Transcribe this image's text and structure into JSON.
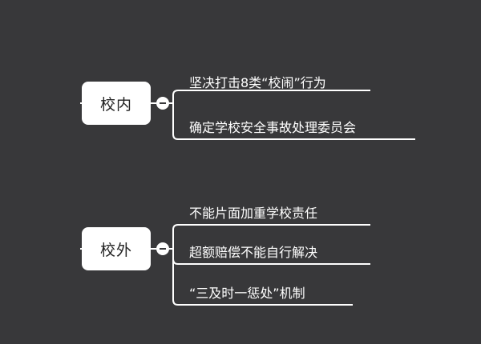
{
  "mindmap": {
    "colors": {
      "background": "#38383a",
      "line": "#ffffff",
      "node_bg": "#ffffff",
      "node_text": "#222222",
      "leaf_text": "#ffffff"
    },
    "groups": [
      {
        "label": "校内",
        "items": [
          "坚决打击8类“校闹”行为",
          "确定学校安全事故处理委员会"
        ]
      },
      {
        "label": "校外",
        "items": [
          "不能片面加重学校责任",
          "超额赔偿不能自行解决",
          "“三及时一惩处”机制"
        ]
      }
    ]
  }
}
